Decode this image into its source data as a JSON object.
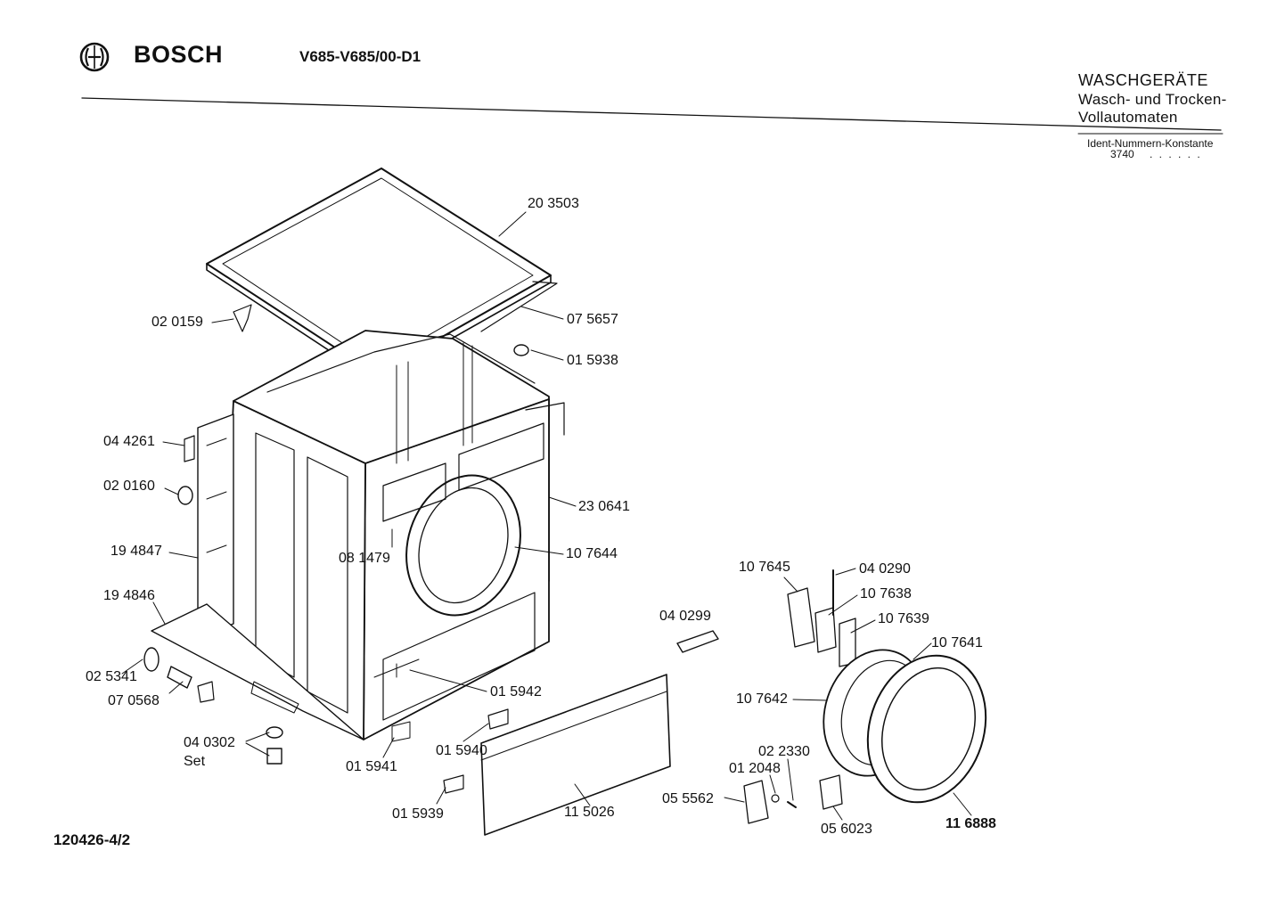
{
  "header": {
    "brand": "BOSCH",
    "logo_icon": "bosch-armature-icon",
    "model": "V685-V685/00-D1",
    "category_lines": [
      "WASCHGERÄTE",
      "Wasch- und Trocken-",
      "Vollautomaten"
    ],
    "ident_label": "Ident-Nummern-Konstante",
    "ident_value": "3740",
    "ident_dots": ". . . . . ."
  },
  "footer": {
    "drawing_code": "120426-4/2"
  },
  "parts": [
    "20 3503",
    "02 0159",
    "07 5657",
    "01 5938",
    "04 4261",
    "02 0160",
    "23 0641",
    "08 1479",
    "10 7644",
    "19 4847",
    "19 4846",
    "02 5341",
    "07 0568",
    "01 5942",
    "04 0302",
    "Set",
    "01 5941",
    "01 5940",
    "01 5939",
    "11 5026",
    "04 0299",
    "10 7645",
    "04 0290",
    "10 7638",
    "10 7639",
    "10 7641",
    "10 7642",
    "02 2330",
    "01 2048",
    "05 5562",
    "05 6023",
    "11 6888"
  ]
}
